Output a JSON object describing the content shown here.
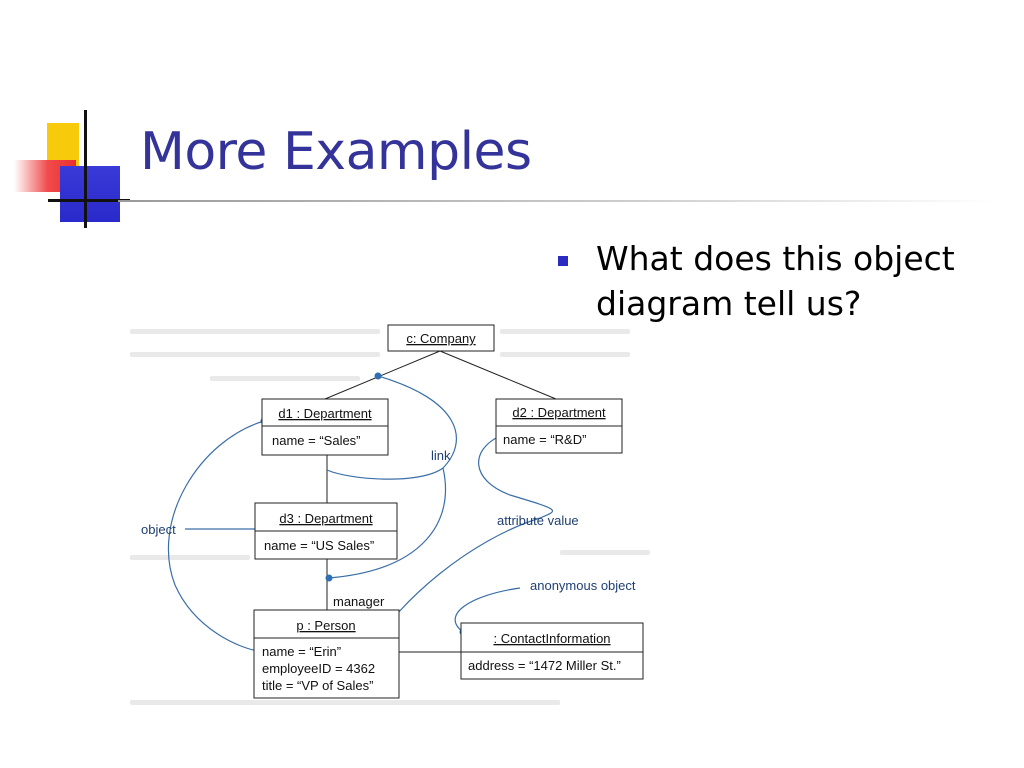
{
  "slide": {
    "title": "More Examples",
    "bullet": "What does this object diagram tell us?"
  },
  "diagram": {
    "objects": {
      "company": {
        "name": "c: Company"
      },
      "d1": {
        "name": "d1 : Department",
        "attrs": [
          "name = “Sales”"
        ]
      },
      "d2": {
        "name": "d2 : Department",
        "attrs": [
          "name = “R&D”"
        ]
      },
      "d3": {
        "name": "d3 : Department",
        "attrs": [
          "name = “US Sales”"
        ]
      },
      "person": {
        "name": "p : Person",
        "attrs": [
          "name = “Erin”",
          "employeeID = 4362",
          "title = “VP of Sales”"
        ]
      },
      "contact": {
        "name": ": ContactInformation",
        "attrs": [
          "address = “1472 Miller St.”"
        ]
      }
    },
    "labels": {
      "link": "link",
      "object": "object",
      "attribute_value": "attribute value",
      "anonymous_object": "anonymous object",
      "manager": "manager"
    }
  },
  "colors": {
    "title": "#33339a",
    "bullet": "#2b2bbf",
    "callout_dot": "#2f6fb3",
    "callout_line": "#3b6ea8"
  }
}
